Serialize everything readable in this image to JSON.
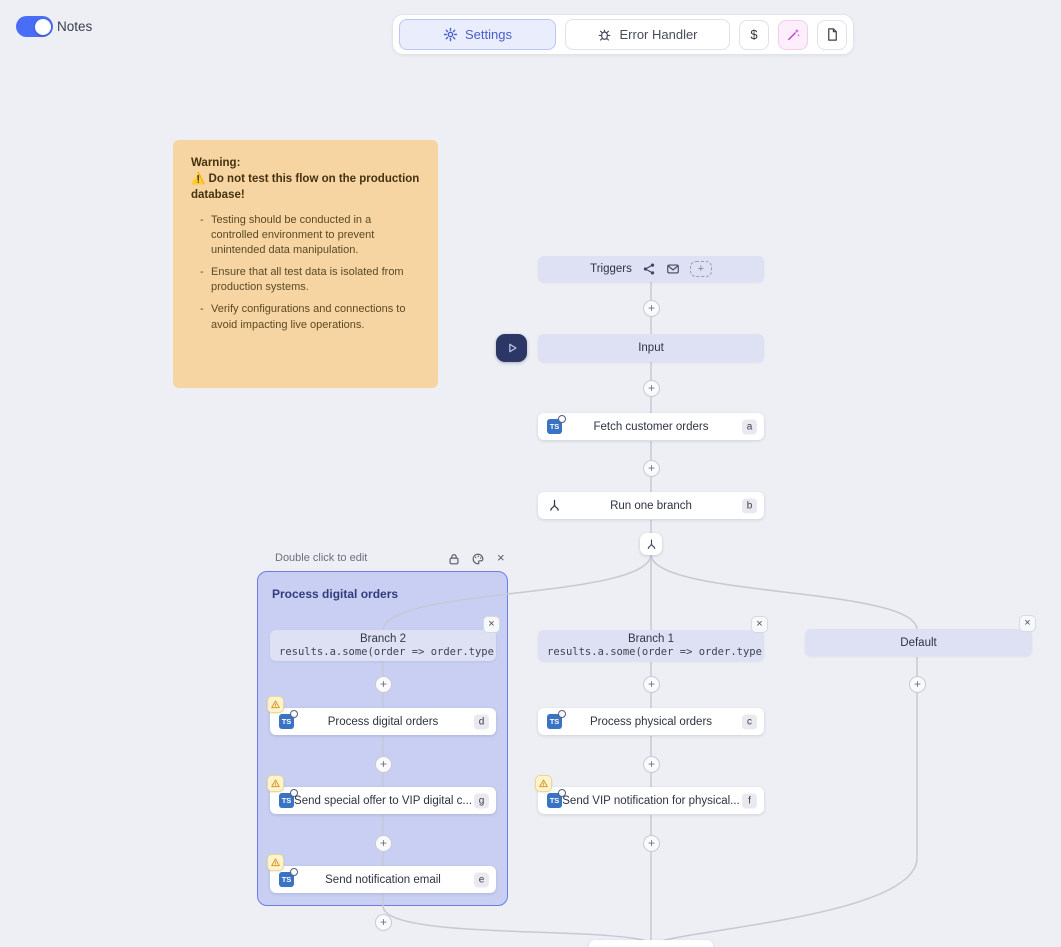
{
  "topbar": {
    "notes_label": "Notes",
    "settings": "Settings",
    "error_handler": "Error Handler",
    "dollar": "$"
  },
  "note": {
    "title": "Warning:",
    "warning_line": "⚠️ Do not test this flow on the production database!",
    "bullets": [
      "Testing should be conducted in a controlled environment to prevent unintended data manipulation.",
      "Ensure that all test data is isolated from production systems.",
      "Verify configurations and connections to avoid impacting live operations."
    ]
  },
  "flow": {
    "triggers": {
      "label": "Triggers"
    },
    "input": {
      "label": "Input"
    },
    "fetch": {
      "label": "Fetch customer orders",
      "badge": "a"
    },
    "run_one": {
      "label": "Run one branch",
      "badge": "b"
    },
    "group": {
      "title": "Process digital orders",
      "edit_hint": "Double click to edit"
    },
    "branch2": {
      "label": "Branch 2",
      "code": "results.a.some(order => order.type"
    },
    "branch1": {
      "label": "Branch 1",
      "code": "results.a.some(order => order.type"
    },
    "default_branch": {
      "label": "Default"
    },
    "node_d": {
      "label": "Process digital orders",
      "badge": "d"
    },
    "node_g": {
      "label": "Send special offer to VIP digital c...",
      "badge": "g"
    },
    "node_e": {
      "label": "Send notification email",
      "badge": "e"
    },
    "node_c": {
      "label": "Process physical orders",
      "badge": "c"
    },
    "node_f": {
      "label": "Send VIP notification for physical...",
      "badge": "f"
    }
  },
  "glyphs": {
    "plus": "+",
    "close": "×",
    "ts": "TS"
  }
}
